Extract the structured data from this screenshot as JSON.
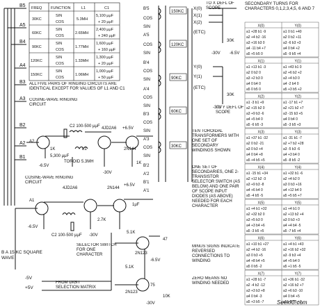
{
  "freq_table": {
    "headers": [
      "FREQ",
      "FUNCTION",
      "L1",
      "C1"
    ],
    "rows": [
      {
        "freq": "30KC",
        "f1": "SIN",
        "f2": "COS",
        "l1": "5.3MH",
        "c1a": "5,100 μμF",
        "c1b": "+ 20 μμF"
      },
      {
        "freq": "60KC",
        "f1": "SIN",
        "f2": "COS",
        "l1": "2.65MH",
        "c1a": "2,400 μμF",
        "c1b": "+ 240 μμF"
      },
      {
        "freq": "90KC",
        "f1": "SIN",
        "f2": "COS",
        "l1": "1.77MH",
        "c1a": "1,600 μμF",
        "c1b": "+ 160 μμF"
      },
      {
        "freq": "120KC",
        "f1": "SIN",
        "f2": "COS",
        "l1": "1.33MH",
        "c1a": "1,300 μμF",
        "c1b": "+ 20 μμF"
      },
      {
        "freq": "150KC",
        "f1": "SIN",
        "f2": "COS",
        "l1": "1.06MH",
        "c1a": "1,000 μμF",
        "c1b": "+ 50 μμF"
      }
    ],
    "note": "ALL FIVE PAIRS OF RINGING CIRCUITS ARE IDENTICAL EXCEPT FOR VALUES OF L1 AND C1"
  },
  "bus_labels": [
    "B5",
    "A5",
    "B4",
    "A4",
    "B3",
    "A3",
    "B2",
    "A2",
    "B1"
  ],
  "circuits": {
    "cos_title": "COSINE-WAVE RINGING CIRCUIT",
    "cos_title_lower": "COSINE-WAVE RINGING CIRCUIT",
    "c2": "C2 100-500 μμF",
    "r1": "1K",
    "c1": "5,300 μμF",
    "toroid": "TOROID 5.3MH",
    "l1": "L1",
    "tube": "4JD2A6",
    "tube2": "2N144",
    "v_neg": "-6.5V",
    "v_pos": "+6.5V",
    "v_neg30": "-30V",
    "r10k": "10K",
    "r27k": "2.7K",
    "r51k": "5.1K",
    "r47": "47",
    "r75": "75",
    "r30k": "30K",
    "tr_2n123": "2N123",
    "c_1uf": "1μF",
    "node_a1": "A1",
    "node_b1": "B1",
    "node_a2": "A2",
    "square": "B A 15 KC SQUARE WAVE",
    "selector": "SELECTOR SWITCH FOR ONE CHARACTER",
    "digit": "FROM DIGIT SELECTION MATRIX",
    "minus5": "-5V",
    "plus5": "+5V"
  },
  "coil_labels": [
    "B'5",
    "COS",
    "SIN",
    "A'5",
    "COS",
    "SIN",
    "B'4",
    "COS",
    "SIN",
    "A'4",
    "COS",
    "SIN",
    "B'3",
    "COS",
    "SIN",
    "A'3",
    "COS",
    "SIN",
    "B'2",
    "A'2",
    "B'1",
    "A'1"
  ],
  "coil_values": [
    "150KC",
    "120KC",
    "90KC",
    "60KC",
    "30KC"
  ],
  "x_outputs": [
    "X(0)",
    "X(1)",
    "X(2)",
    "(ETC)"
  ],
  "y_outputs": [
    "Y(0)",
    "Y(1)",
    "(ETC)"
  ],
  "x_defl": "TO X DEFL OF SCOPE",
  "y_defl": "TO Y DEFL OF SCOPE",
  "scope_values": {
    "r30k": "30K",
    "v_neg30": "-30V",
    "v_neg65": "-6.5V"
  },
  "side_notes": {
    "toroidal": "TEN TOROIDAL TRANSFORMERS WITH ONE SET OF SECONDARY WINDINGS SHOWN",
    "one_set": "ONE SET OF SECONDARIES, ONE 2-TRANSISTOR SELECTOR SWITCH (AS BELOW) AND ONE PAIR OF SCOPE INPUT DIODES (AS ABOVE) NEEDED FOR EACH CHARACTER",
    "minus": "MINUS SIGNS INDICATE REVERSED CONNECTIONS TO WINDING",
    "zero": "ZERO MEANS NO WINDING NEEDED"
  },
  "turns_title": "SECONDARY TURNS FOR CHARACTERS 0,1,2,3,4,5, 6 AND 7",
  "turns_tables": [
    {
      "x": "X(0)",
      "y": "Y(0)",
      "xrows": [
        "a1 +28  b1 -9",
        "a2 +4  b2 -16",
        "a3 +16  b3 0",
        "a4 -11  b4 +7",
        "a5 +5  b5 0"
      ],
      "yrows": [
        "a1 0  b1 +40",
        "a2 0  b2 +11",
        "a3 -6  b3 +3",
        "a4 0  b4 +2",
        "a5 -9  b5 +4"
      ]
    },
    {
      "x": "X(1)",
      "y": "Y(1)",
      "xrows": [
        "a1 +13  b1 -3",
        "a2 0  b2 0",
        "a3 +2  b3 0",
        "a4 0  b4 0",
        "a5 0  b5 0"
      ],
      "yrows": [
        "a1 +43  b1 0",
        "a2 +6  b2 +2",
        "a3 +4  b3 0",
        "a4 -2  b4 0",
        "a5 +3  b5 +2"
      ]
    },
    {
      "x": "X(2)",
      "y": "Y(2)",
      "xrows": [
        "a1 -3  b1 +9",
        "a2 +15  b2 0",
        "a3 +9  b3 -6",
        "a4 +5  b4 0",
        "a5 -6  b5 -3"
      ],
      "yrows": [
        "a1 -17  b1 +7",
        "a2 +21  b2 +7",
        "a3 -15  b3 +5",
        "a4 0  b4 0",
        "a5 -3  b5 +3"
      ]
    },
    {
      "x": "X(3)",
      "y": "Y(3)",
      "xrows": [
        "a1 +37  b1 -32",
        "a2 0  b2 -21",
        "a3 0  b3 +4",
        "a4 0  b4 +8",
        "a5 +4  b5 +5"
      ],
      "yrows": [
        "a1 -31  b1 -7",
        "a2 +7  b2 +28",
        "a3 -5  b3 -6",
        "a4 +3  b4 0",
        "a5 -8  b5 -2"
      ]
    },
    {
      "x": "X(4)",
      "y": "Y(4)",
      "xrows": [
        "a1 -15  b1 +34",
        "a2 +12  b2 -3",
        "a3 +9  b3 -8",
        "a4 +6  b4 0",
        "a5 -4  b5 -5"
      ],
      "yrows": [
        "a1 +32  b1 -6",
        "a2 +4  b2 0",
        "a3 0  b3 +16",
        "a4 +12  b4 0",
        "a5 +5  b5 +7"
      ]
    },
    {
      "x": "X(5)",
      "y": "Y(5)",
      "xrows": [
        "a1 +4  b1 +32",
        "a2 +32  b2 0",
        "a3 +5  b3 0",
        "a4 +3  b4 +6",
        "a5 -3  b5 +5"
      ],
      "yrows": [
        "a1 +4  b1 0",
        "a2 +13  b2 +4",
        "a3 0  b3 +3",
        "a4 +4  b4 -5",
        "a5 -7  b5 +4"
      ]
    },
    {
      "x": "X(6)",
      "y": "Y(6)",
      "xrows": [
        "a1 +10  b1 +27",
        "a2 +4  b2 -16",
        "a3 0  b3 +5",
        "a4 +8  b4 +5",
        "a5 0  b5 -2"
      ],
      "yrows": [
        "a1 +4  b1 +43",
        "a2 +16  b2 +32",
        "a3 -9  b3 +4",
        "a4 +5  b4 0",
        "a5 +1  b5 -5"
      ]
    },
    {
      "x": "X(7)",
      "y": "Y(7)",
      "xrows": [
        "a1 +28  b1 -7",
        "a2 -4  b2 -12",
        "a3 +3  b3 +8",
        "a4 0  b4 -3",
        "a5 +3  b5 -7"
      ],
      "yrows": [
        "a1 +36  b1 -32",
        "a2 +16  b2 +7",
        "a3 +6  b3 -10",
        "a4 0  b4 +5",
        "a5 +3  b5 +2"
      ]
    }
  ],
  "watermark": "SeekIC.com"
}
